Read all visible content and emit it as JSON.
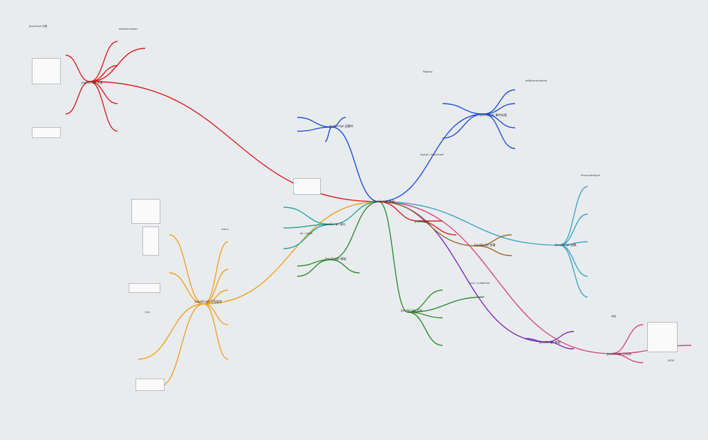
{
  "colors": {
    "background": "#e9ecef",
    "red": "#d81e1e",
    "orange": "#f0a020",
    "green": "#2e8b2e",
    "purple": "#7a2ab8",
    "blue": "#1e4fd8",
    "cyan": "#3aa6c8",
    "teal": "#2aa59a",
    "brown": "#9a6a2a",
    "pink": "#d6457a"
  },
  "center": {
    "label": "JavaScript 基础"
  },
  "branches": [
    {
      "label": "JavaScript 对象",
      "color": "red"
    },
    {
      "label": "JavaScript 引用类型",
      "color": "orange"
    },
    {
      "label": "JavaScript 事件处理",
      "color": "blue"
    },
    {
      "label": "JavaScript 正则",
      "color": "green"
    },
    {
      "label": "JavaScript 函数",
      "color": "cyan"
    },
    {
      "label": "JavaScript 语句",
      "color": "teal"
    },
    {
      "label": "JavaScript 数组",
      "color": "purple"
    },
    {
      "label": "JavaScript 字符串",
      "color": "pink"
    },
    {
      "label": "JavaScript 变量",
      "color": "brown"
    },
    {
      "label": "prototype",
      "color": "red"
    },
    {
      "label": "JavaScript 运算符",
      "color": "blue"
    },
    {
      "label": "JavaScript 基础",
      "color": "green"
    }
  ],
  "notes": [
    "JavaScript 对象",
    "window.onload",
    "RegExp",
    "addEventListener",
    "Array.prototype",
    "typeof / instanceof",
    "return",
    "for / while",
    "null / undefined",
    "闭包",
    "this",
    "JSON"
  ]
}
